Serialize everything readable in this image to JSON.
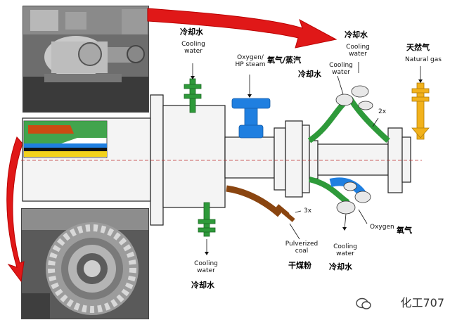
{
  "labels": {
    "cooling_water_top_cn": "冷却水",
    "cooling_water_top_en": "Cooling\nwater",
    "oxygen_steam_en": "Oxygen/\nHP steam",
    "oxygen_steam_cn": "氧气/蒸汽",
    "cooling_water_right_cn": "冷却水",
    "cooling_water_right_en": "Cooling\nwater",
    "cooling_water_mid_en": "Cooling\nwater",
    "cooling_water_mid_cn": "冷却水",
    "natural_gas_cn": "天然气",
    "natural_gas_en": "Natural gas",
    "multiplier_2x": "2x",
    "multiplier_3x": "3x",
    "pulverized_coal_en": "Pulverized\ncoal",
    "pulverized_coal_cn": "干煤粉",
    "oxygen_en": "Oxygen",
    "oxygen_cn": "氧气",
    "cooling_water_bottom_right_en": "Cooling\nwater",
    "cooling_water_bottom_right_cn": "冷却水",
    "cooling_water_bottom_en": "Cooling\nwater",
    "cooling_water_bottom_cn": "冷却水"
  },
  "watermark": "化工707",
  "colors": {
    "cooling_water": "#2e9a3a",
    "oxygen_steam": "#1f7fe0",
    "natural_gas": "#f2b21c",
    "pulverized_coal": "#8a4510",
    "flow_arrow": "#e01818",
    "body_fill": "#f4f4f4",
    "outline": "#222222"
  }
}
